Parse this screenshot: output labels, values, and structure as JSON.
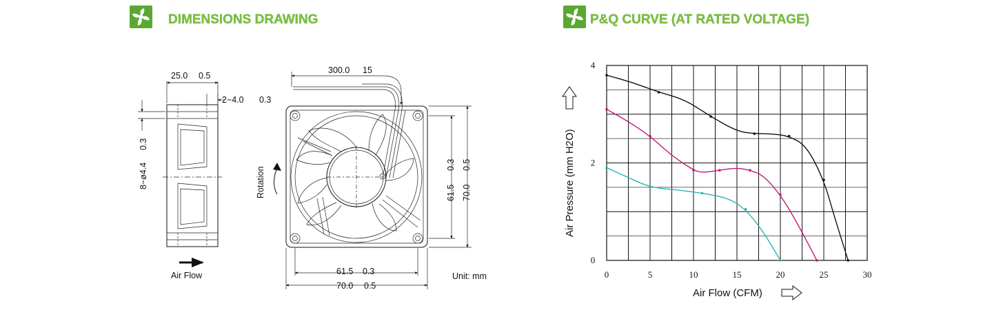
{
  "headers": {
    "left": "DIMENSIONS DRAWING",
    "right": "P&Q CURVE (AT RATED VOLTAGE)"
  },
  "drawing": {
    "side_view": {
      "width": "25.0",
      "width_tol": "0.5",
      "hole_callout": "2−4.0",
      "hole_tol": "0.3",
      "mount_callout": "8−ø4.4",
      "mount_tol": "0.3",
      "airflow_label": "Air Flow"
    },
    "front_view": {
      "cable_len": "300.0",
      "cable_tol": "15",
      "rotation_label": "Rotation",
      "hole_spacing_v": "61.5",
      "hole_spacing_v_tol": "0.3",
      "height": "70.0",
      "height_tol": "0.5",
      "hole_spacing_h": "61.5",
      "hole_spacing_h_tol": "0.3",
      "width": "70.0",
      "width_tol": "0.5"
    },
    "unit": "Unit: mm"
  },
  "chart_data": {
    "type": "line",
    "title": "",
    "xlabel": "Air Flow (CFM)",
    "ylabel": "Air Pressure (mm H2O)",
    "xlim": [
      0,
      30
    ],
    "ylim": [
      0,
      4
    ],
    "xticks": [
      "0",
      "5",
      "10",
      "15",
      "20",
      "25",
      "30"
    ],
    "yticks": [
      "0",
      "2",
      "4"
    ],
    "grid": true,
    "series": [
      {
        "color": "#111111",
        "points": [
          [
            0,
            3.8
          ],
          [
            3,
            3.65
          ],
          [
            6,
            3.45
          ],
          [
            9,
            3.3
          ],
          [
            12,
            2.95
          ],
          [
            15,
            2.65
          ],
          [
            17,
            2.6
          ],
          [
            19,
            2.6
          ],
          [
            21,
            2.55
          ],
          [
            23,
            2.35
          ],
          [
            25,
            1.65
          ],
          [
            26.3,
            0.85
          ],
          [
            27.8,
            0
          ]
        ]
      },
      {
        "color": "#c2187a",
        "points": [
          [
            0,
            3.1
          ],
          [
            2.5,
            2.85
          ],
          [
            5,
            2.55
          ],
          [
            7.5,
            2.15
          ],
          [
            10,
            1.85
          ],
          [
            11,
            1.8
          ],
          [
            13,
            1.85
          ],
          [
            15,
            1.9
          ],
          [
            16.5,
            1.85
          ],
          [
            18,
            1.75
          ],
          [
            20,
            1.35
          ],
          [
            22,
            0.75
          ],
          [
            24.2,
            0
          ]
        ]
      },
      {
        "color": "#2bb5b0",
        "points": [
          [
            0,
            1.9
          ],
          [
            2.5,
            1.7
          ],
          [
            5,
            1.5
          ],
          [
            8,
            1.45
          ],
          [
            11,
            1.38
          ],
          [
            14,
            1.28
          ],
          [
            16,
            1.05
          ],
          [
            18,
            0.6
          ],
          [
            20,
            0
          ]
        ]
      }
    ]
  }
}
